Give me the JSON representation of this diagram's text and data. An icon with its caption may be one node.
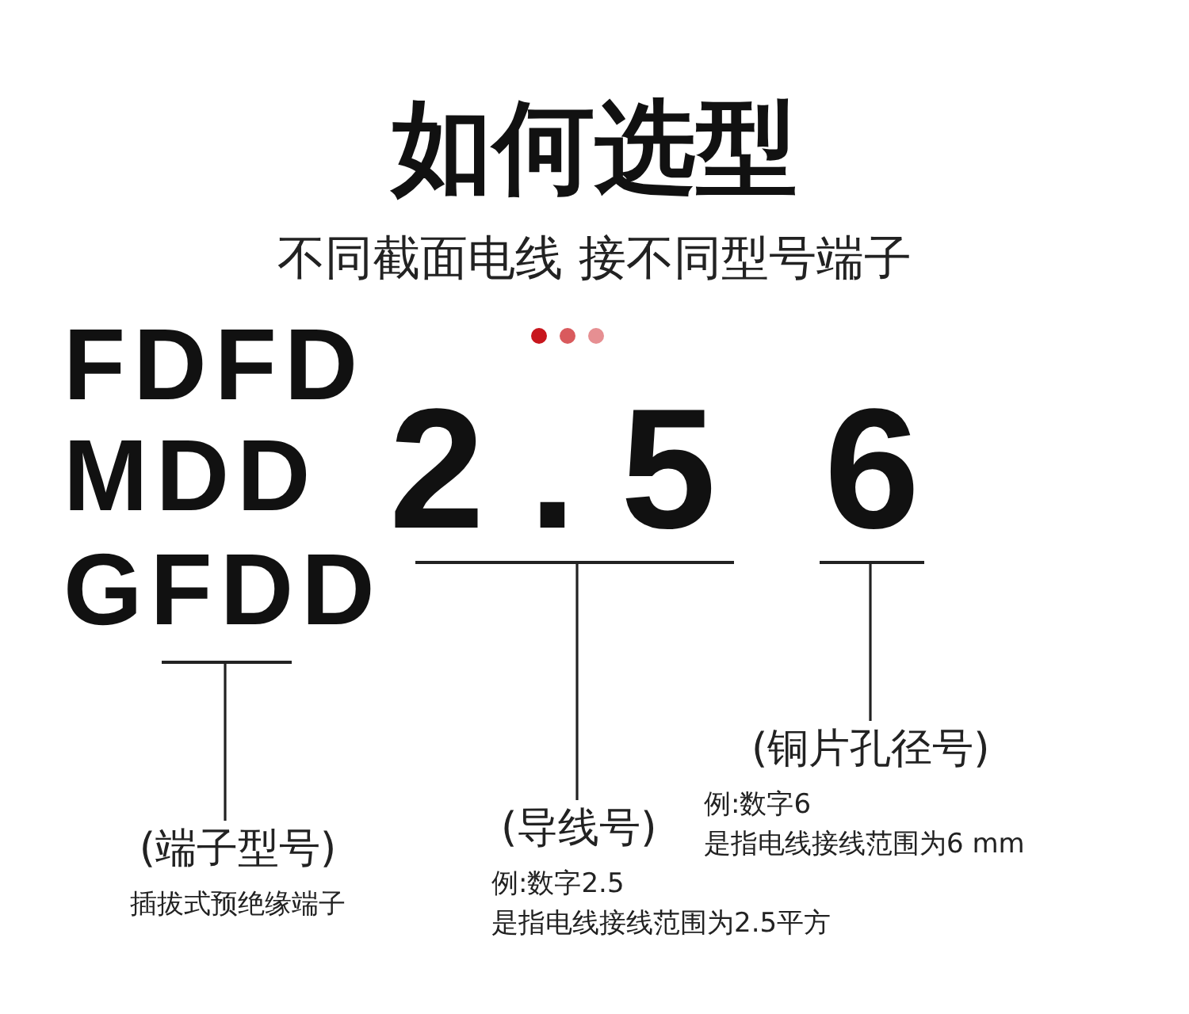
{
  "diagram": {
    "title": "如何选型",
    "nodes": [
      {
        "text": [
          "(端子型号)",
          "插拔式预绝缘端子"
        ]
      },
      {
        "text": [],
        "shape": "bar"
      },
      {
        "text": [
          "2.5"
        ]
      },
      {
        "text": [
          "(导线号)",
          "例:数字2.5",
          "是指电线接线范围为2.5平方"
        ]
      },
      {
        "text": [
          "6"
        ]
      },
      {
        "text": [
          "(铜片孔径号)",
          "例:数字6",
          "是指电线接线范围为6 mm"
        ]
      }
    ],
    "edges": [
      {
        "from": 0,
        "to": 1,
        "arrow": "none"
      },
      {
        "from": 3,
        "to": 2,
        "arrow": "none"
      },
      {
        "from": 5,
        "to": 4,
        "arrow": "none"
      }
    ],
    "labels": [
      "不同截面电线 接不同型号端子",
      "FDFD",
      "MDD",
      "GFDD"
    ]
  }
}
